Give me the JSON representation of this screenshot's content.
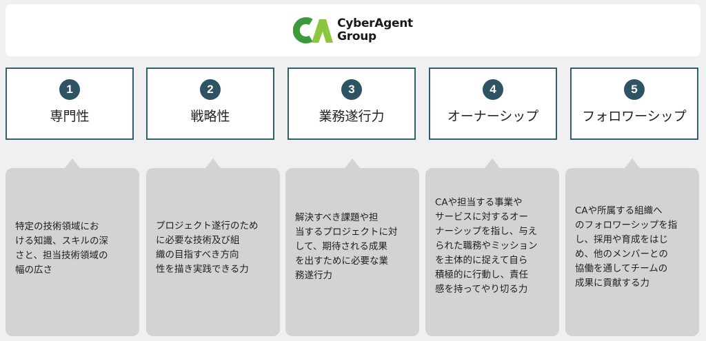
{
  "logo": {
    "mark": "CA",
    "name_line1": "CyberAgent",
    "name_line2": "Group",
    "mark_color_dark": "#3c9a3c",
    "mark_color_light": "#8cc63f"
  },
  "items": [
    {
      "number": "1",
      "title": "専門性",
      "desc_lines": [
        "特定の技術領域にお",
        "ける知識、スキルの深",
        "さと、担当技術領域の",
        "幅の広さ"
      ]
    },
    {
      "number": "2",
      "title": "戦略性",
      "desc_lines": [
        "プロジェクト遂行のため",
        "に必要な技術及び組",
        "織の目指すべき方向",
        "性を描き実践できる力"
      ]
    },
    {
      "number": "3",
      "title": "業務遂行力",
      "desc_lines": [
        "解決すべき課題や担",
        "当するプロジェクトに対",
        "して、期待される成果",
        "を出すために必要な業",
        "務遂行力"
      ]
    },
    {
      "number": "4",
      "title": "オーナーシップ",
      "desc_lines": [
        "CAや担当する事業や",
        "サービスに対するオー",
        "ナーシップを指し、与え",
        "られた職務やミッション",
        "を主体的に捉えて自ら",
        "積極的に行動し、責任",
        "感を持ってやり切る力"
      ]
    },
    {
      "number": "5",
      "title": "フォロワーシップ",
      "desc_lines": [
        "CAや所属する組織へ",
        "のフォロワーシップを指",
        "し、採用や育成をはじ",
        "め、他のメンバーとの",
        "協働を通してチームの",
        "成果に貢献する力"
      ]
    }
  ]
}
